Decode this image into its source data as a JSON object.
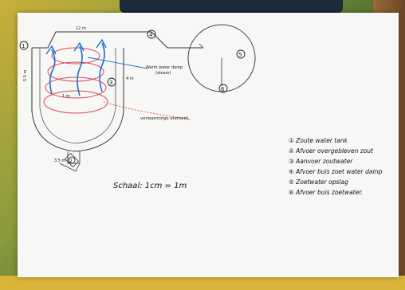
{
  "drawing": {
    "scale_text": "Schaal: 1cm = 1m",
    "legend": [
      "① Zoute water tank",
      "② Afvoer overgebleven zout",
      "③ Aanvoer zoutwater",
      "④ Afvoer buis zoet water damp",
      "⑤ Zoetwater opslag",
      "⑥ Afvoer buis zoetwater."
    ],
    "annotations": {
      "heat_label_blue": "Warm water damp",
      "heat_label_blue_sub": "(steam)",
      "coil_label_red": "verwarmings element",
      "dim_top": "12 m",
      "dim_side": "5.5 m",
      "dim_mid": "1 m",
      "dim_bottom": "3.5 m",
      "dim_tank": "4 m"
    },
    "markers": [
      "1",
      "2",
      "3",
      "4",
      "5",
      "6"
    ]
  },
  "colors": {
    "paper": "#f7f7f5",
    "ink": "#222222",
    "blue": "#1b6fd1",
    "red": "#d8485a"
  }
}
